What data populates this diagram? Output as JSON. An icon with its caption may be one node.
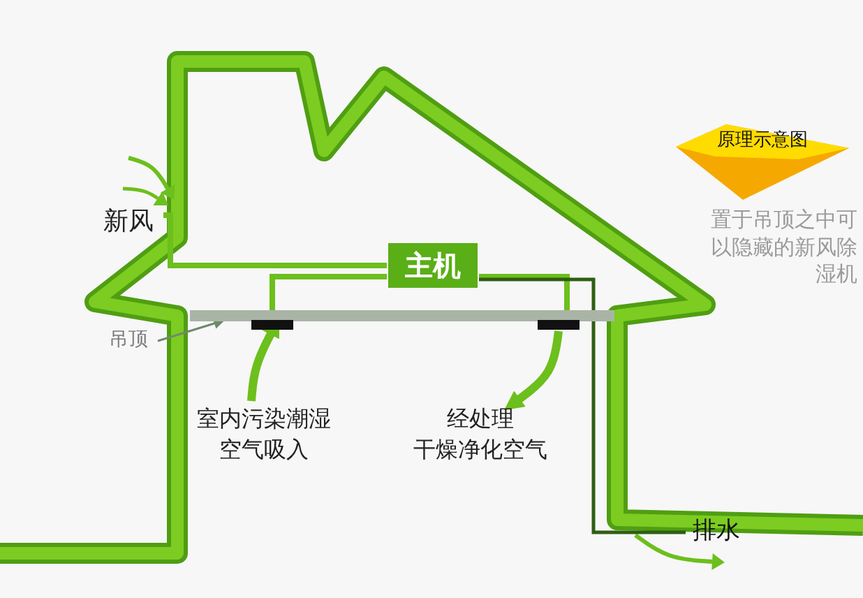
{
  "diagram": {
    "nodes": [
      {
        "text": [
          "新风"
        ]
      },
      {
        "text": [
          "主机"
        ]
      },
      {
        "text": [
          "吊顶"
        ]
      },
      {
        "text": [],
        "shape": "bar"
      },
      {
        "text": [],
        "shape": "bar"
      },
      {
        "text": [],
        "shape": "bar"
      },
      {
        "text": [
          "室内污染潮湿空气吸入"
        ]
      },
      {
        "text": [
          "经处理",
          "干燥净化空气"
        ]
      },
      {
        "text": [
          "排水"
        ]
      },
      {
        "text": [
          "原理示意图"
        ],
        "beside": [
          "置于吊顶之中可以隐藏的新风除湿机"
        ]
      }
    ],
    "edges": [
      {
        "from": 2,
        "to": 3,
        "arrow": "to",
        "color": "#6f8a6a"
      },
      {
        "from": 6,
        "to": 4,
        "arrow": "to"
      },
      {
        "from": 5,
        "to": 7,
        "arrow": "to"
      },
      {
        "from": 0,
        "to": 1,
        "arrow": "none"
      },
      {
        "from": 1,
        "to": 4,
        "arrow": "none"
      },
      {
        "from": 1,
        "to": 5,
        "arrow": "none"
      },
      {
        "from": 1,
        "to": 8,
        "arrow": "none",
        "color": "#2e5e12"
      }
    ]
  }
}
